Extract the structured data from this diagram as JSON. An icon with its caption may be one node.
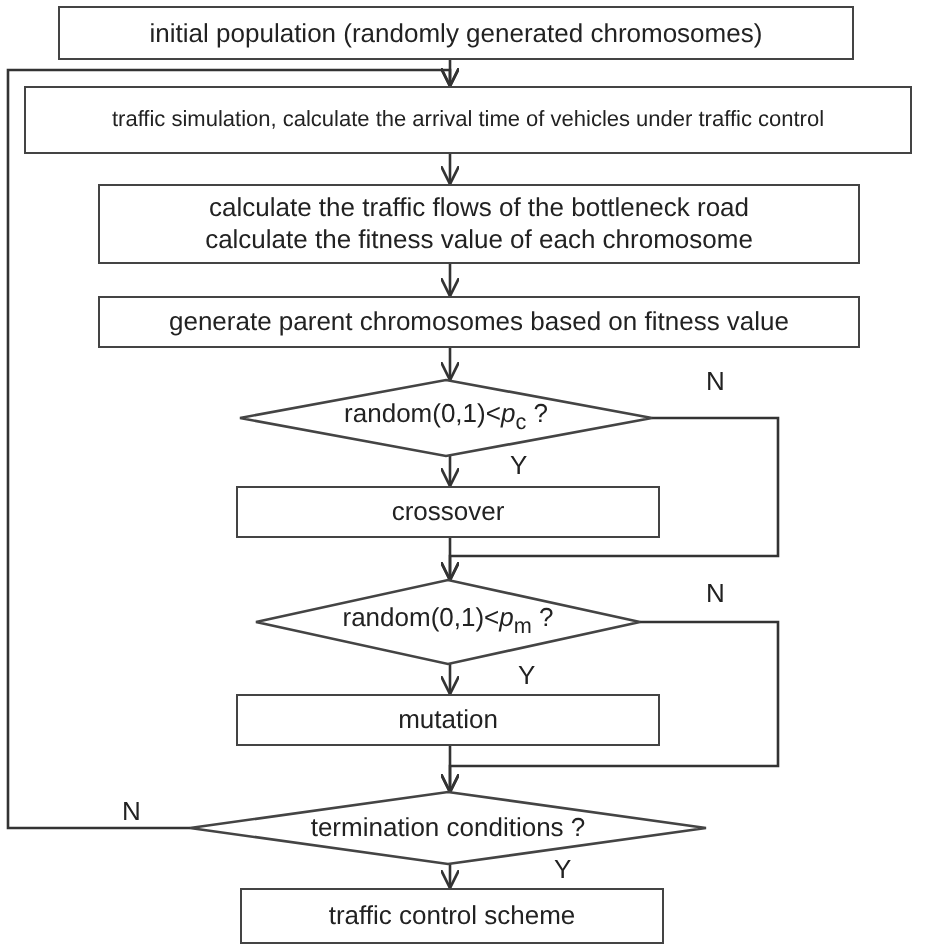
{
  "diagram": {
    "nodes": [
      {
        "text": [
          "initial population (randomly generated chromosomes)"
        ]
      },
      {
        "text": [
          "traffic simulation, calculate the arrival time of vehicles under traffic control"
        ]
      },
      {
        "text": [
          "calculate the traffic flows of the  bottleneck road",
          "calculate the fitness value of each chromosome"
        ]
      },
      {
        "text": [
          "generate parent chromosomes based on fitness value"
        ]
      },
      {
        "text": [
          "random(0,1)<*p*$_{c}$ ?"
        ]
      },
      {
        "text": [
          "crossover"
        ]
      },
      {
        "text": [
          "random(0,1)<*p*$_{m}$ ?"
        ]
      },
      {
        "text": [
          "mutation"
        ]
      },
      {
        "text": [
          "termination conditions ?"
        ]
      },
      {
        "text": [
          "traffic control scheme"
        ]
      }
    ],
    "edges": [
      {
        "from": 0,
        "to": 1,
        "arrow": "to"
      },
      {
        "from": 1,
        "to": 2,
        "arrow": "to"
      },
      {
        "from": 2,
        "to": 3,
        "arrow": "to"
      },
      {
        "from": 3,
        "to": 4,
        "arrow": "to"
      },
      {
        "from": 4,
        "to": 5,
        "arrow": "to",
        "label": "Y"
      },
      {
        "from": 4,
        "to": 6,
        "arrow": "to",
        "label": "N"
      },
      {
        "from": 5,
        "to": 6,
        "arrow": "to"
      },
      {
        "from": 6,
        "to": 7,
        "arrow": "to",
        "label": "Y"
      },
      {
        "from": 6,
        "to": 8,
        "arrow": "to",
        "label": "N"
      },
      {
        "from": 7,
        "to": 8,
        "arrow": "to"
      },
      {
        "from": 8,
        "to": 9,
        "arrow": "to",
        "label": "Y"
      },
      {
        "from": 8,
        "to": 1,
        "arrow": "to",
        "label": "N"
      }
    ]
  }
}
